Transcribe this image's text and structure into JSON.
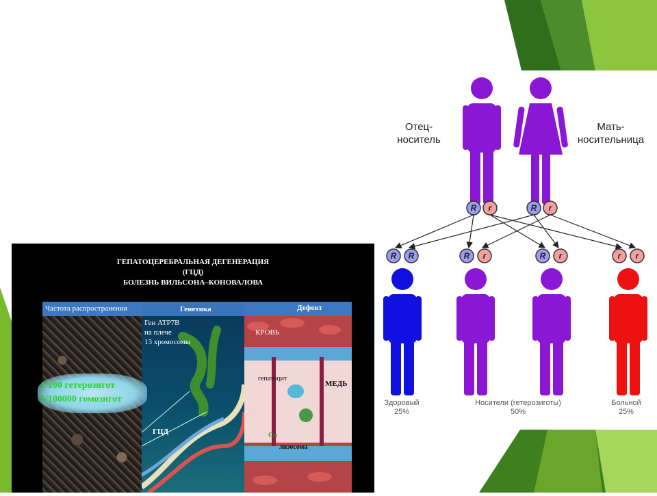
{
  "left_panel": {
    "title_lines": [
      "ГЕПАТОЦЕРЕБРАЛЬНАЯ ДЕГЕНЕРАЦИЯ",
      "(ГЦД)",
      "БОЛЕЗНЬ ВИЛЬСОНА–КОНОВАЛОВА"
    ],
    "sections": {
      "frequency": "Частота распространения",
      "genetics": "Генетика",
      "defect": "Дефект"
    },
    "frequency_stats": [
      "1/100 гетерозигот",
      "$/100000 гомозигот"
    ],
    "gene_info": [
      "Ген ATP7B",
      "на плече",
      "13 хромосомы"
    ],
    "gene_label": "ГЦД",
    "blood_label": "КРОВЬ",
    "hepatocyte_label": "гепатоцит",
    "copper_label": "МЕДЬ",
    "cu_label": "Cu",
    "lysosome_label": "лизосома"
  },
  "right_panel": {
    "father_label": [
      "Отец-",
      "носитель"
    ],
    "mother_label": [
      "Мать-",
      "носительница"
    ],
    "parent_alleles": {
      "father": [
        "R",
        "r"
      ],
      "mother": [
        "R",
        "r"
      ]
    },
    "children": [
      {
        "alleles": [
          "R",
          "R"
        ],
        "label": [
          "Здоровый",
          "25%"
        ],
        "color": "#1010e0"
      },
      {
        "alleles": [
          "R",
          "r"
        ],
        "label": [],
        "color": "#8a17d4"
      },
      {
        "alleles": [
          "R",
          "r"
        ],
        "label": [],
        "color": "#8a17d4"
      },
      {
        "alleles": [
          "r",
          "r"
        ],
        "label": [
          "Больной",
          "25%"
        ],
        "color": "#ee1111"
      }
    ],
    "carriers_label": [
      "Носители (гетерозиготы)",
      "50%"
    ],
    "colors": {
      "parent": "#8a17d4",
      "allele_R": "#9c9cf0",
      "allele_r": "#f0a0a0"
    }
  }
}
